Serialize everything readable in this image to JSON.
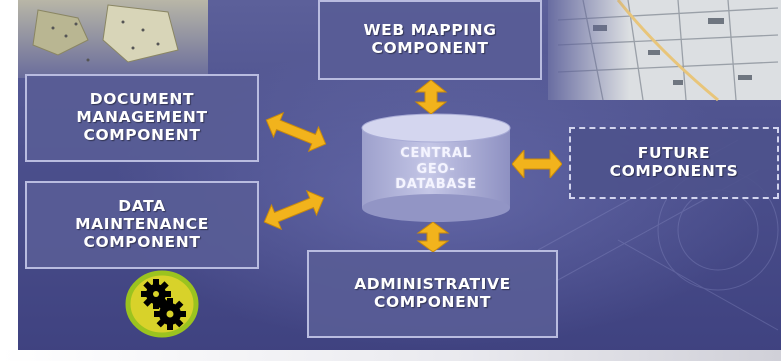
{
  "diagram": {
    "components": {
      "web_mapping": "WEB MAPPING\nCOMPONENT",
      "document_management": "DOCUMENT\nMANAGEMENT\nCOMPONENT",
      "data_maintenance": "DATA\nMAINTENANCE\nCOMPONENT",
      "future": "FUTURE\nCOMPONENTS",
      "administrative": "ADMINISTRATIVE\nCOMPONENT"
    },
    "central_database": "CENTRAL\nGEO-\nDATABASE"
  },
  "colors": {
    "background": "#4b4f8c",
    "box_fill": "#585c96",
    "box_border": "#b9bce0",
    "arrow": "#f2b31c",
    "cylinder": "#b8bbe0"
  },
  "icons": [
    "map-thumbnail-left",
    "street-map-thumbnail-right",
    "gears-icon",
    "bidirectional-arrow"
  ]
}
